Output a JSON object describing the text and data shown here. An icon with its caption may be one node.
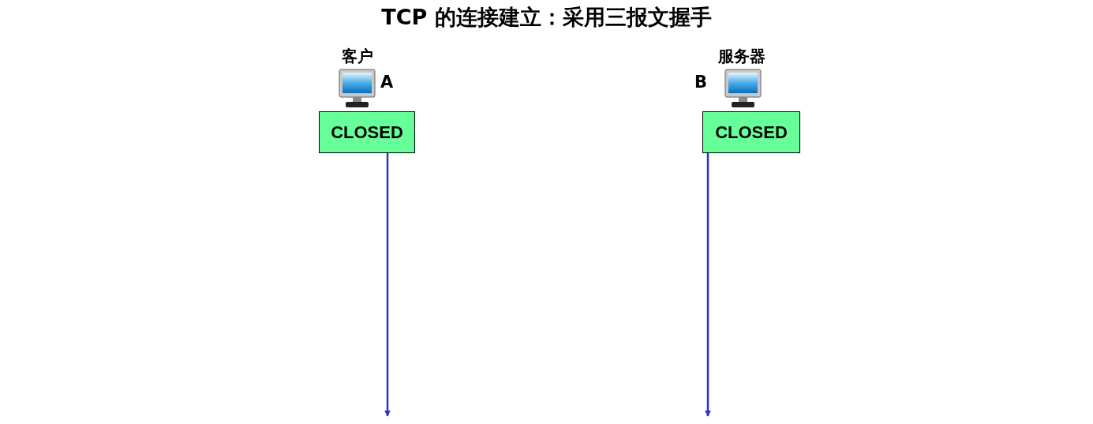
{
  "diagram": {
    "title": "TCP 的连接建立：采用三报文握手",
    "nodes": [
      {
        "text": [
          "CLOSED"
        ]
      },
      {
        "text": [
          "CLOSED"
        ]
      }
    ],
    "edges": [
      {
        "from": 0,
        "to": null,
        "arrow": "to"
      },
      {
        "from": 1,
        "to": null,
        "arrow": "to"
      }
    ],
    "labels": [
      "客户",
      "A",
      "B",
      "服务器"
    ]
  }
}
